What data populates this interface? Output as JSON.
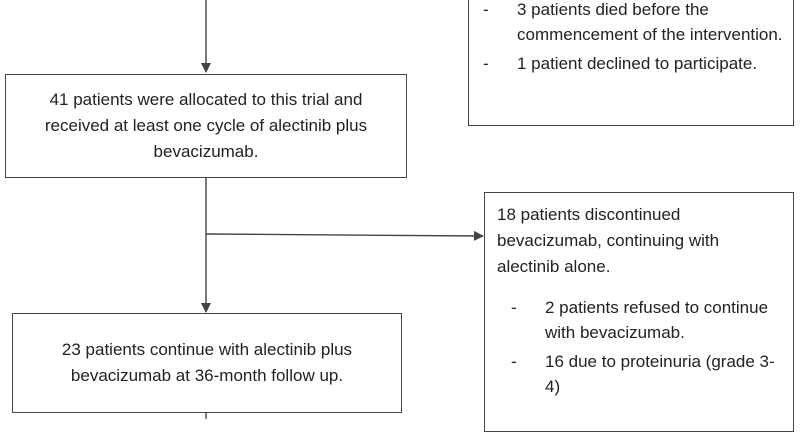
{
  "excluded": {
    "items": [
      "3 patients died before the commencement of the intervention.",
      "1 patient declined to participate."
    ]
  },
  "allocated": {
    "text": "41 patients were allocated to this trial and received at least one cycle of alectinib plus bevacizumab."
  },
  "discontinued": {
    "text": "18 patients discontinued bevacizumab, continuing with alectinib alone.",
    "items": [
      "2 patients refused to continue with bevacizumab.",
      "16 due to proteinuria (grade 3-4)"
    ]
  },
  "followup": {
    "text": "23 patients continue with alectinib plus bevacizumab at 36-month follow up."
  },
  "bullet_marker": "-",
  "colors": {
    "line": "#444444",
    "text": "#222222",
    "background": "#ffffff"
  }
}
